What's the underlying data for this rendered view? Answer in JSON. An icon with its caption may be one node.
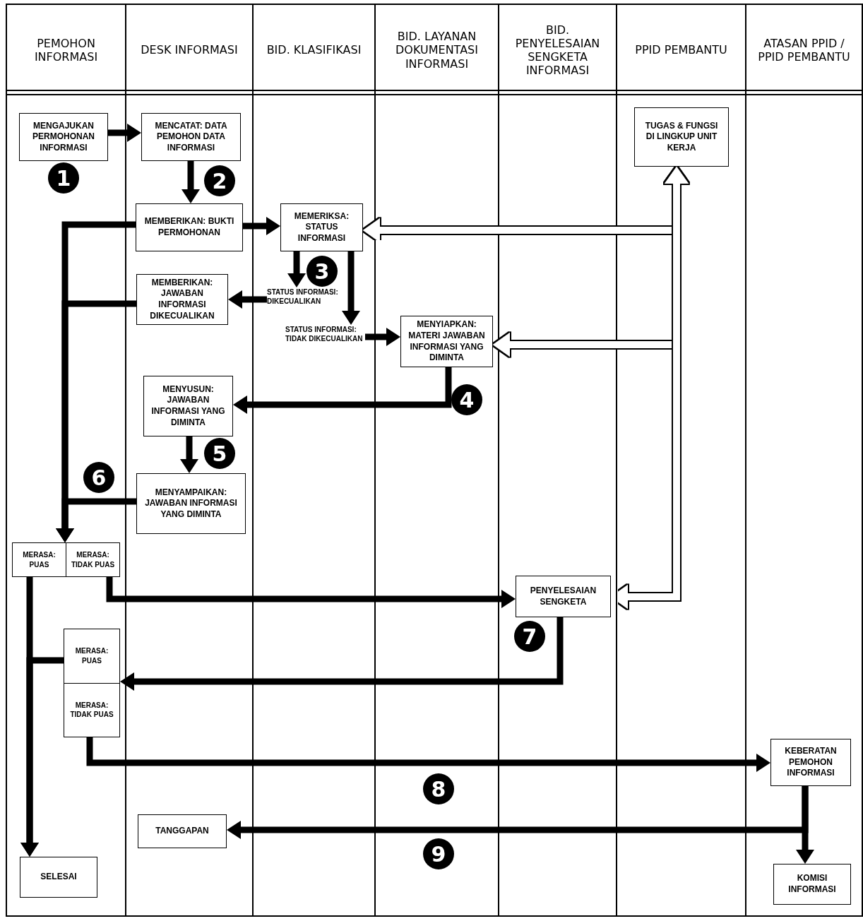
{
  "diagram": {
    "nodes": [
      {
        "text": [
          "PEMOHON INFORMASI"
        ]
      },
      {
        "text": [
          "DESK INFORMASI"
        ]
      },
      {
        "text": [
          "BID. KLASIFIKASI"
        ]
      },
      {
        "text": [
          "BID. LAYANAN DOKUMENTASI INFORMASI"
        ]
      },
      {
        "text": [
          "BID. PENYELESAIAN SENGKETA INFORMASI"
        ]
      },
      {
        "text": [
          "PPID PEMBANTU"
        ]
      },
      {
        "text": [
          "ATASAN PPID / PPID PEMBANTU"
        ]
      },
      {
        "text": [
          "MENGAJUKAN PERMOHONAN INFORMASI"
        ],
        "in": 0,
        "beside": [
          "1"
        ]
      },
      {
        "text": [
          "MENCATAT: DATA PEMOHON DATA INFORMASI"
        ],
        "in": 1
      },
      {
        "text": [
          "TUGAS & FUNGSI DI LINGKUP UNIT KERJA"
        ],
        "in": 5
      },
      {
        "text": [
          "MEMBERIKAN: BUKTI PERMOHONAN"
        ],
        "in": 1
      },
      {
        "text": [
          "MEMERIKSA: STATUS INFORMASI"
        ],
        "in": 2
      },
      {
        "text": [
          "STATUS INFORMASI: DIKECUALIKAN"
        ],
        "in": 2
      },
      {
        "text": [
          "MEMBERIKAN: JAWABAN INFORMASI DIKECUALIKAN"
        ],
        "in": 1
      },
      {
        "text": [
          "STATUS INFORMASI: TIDAK DIKECUALIKAN"
        ],
        "in": 2
      },
      {
        "text": [
          "MENYIAPKAN: MATERI JAWABAN INFORMASI YANG DIMINTA"
        ],
        "in": 3
      },
      {
        "text": [
          "MENYUSUN: JAWABAN INFORMASI YANG DIMINTA"
        ],
        "in": 1
      },
      {
        "text": [
          "MENYAMPAIKAN: JAWABAN INFORMASI YANG DIMINTA"
        ],
        "in": 1
      },
      {
        "text": [
          "MERASA: PUAS",
          "MERASA: TIDAK PUAS"
        ],
        "in": 0
      },
      {
        "text": [
          "PENYELESAIAN SENGKETA"
        ],
        "in": 4,
        "beside": [
          "7"
        ]
      },
      {
        "text": [
          "MERASA: PUAS",
          "MERASA: TIDAK PUAS"
        ],
        "in": 0
      },
      {
        "text": [
          "KEBERATAN PEMOHON INFORMASI"
        ],
        "in": 6
      },
      {
        "text": [
          "TANGGAPAN"
        ],
        "in": 1
      },
      {
        "text": [
          "SELESAI"
        ],
        "in": 0
      },
      {
        "text": [
          "KOMISI INFORMASI"
        ],
        "in": 6
      }
    ],
    "edges": [
      {
        "from": 7,
        "to": 8,
        "arrow": "to"
      },
      {
        "from": 8,
        "to": 9,
        "arrow": "both",
        "color": "#ffffff"
      },
      {
        "from": 8,
        "to": 10,
        "arrow": "to"
      },
      {
        "from": 10,
        "to": 11,
        "arrow": "to"
      },
      {
        "from": 9,
        "to": 11,
        "arrow": "both",
        "color": "#ffffff"
      },
      {
        "from": 11,
        "to": 12,
        "arrow": "to"
      },
      {
        "from": 12,
        "to": 13,
        "arrow": "to"
      },
      {
        "from": 11,
        "to": 14,
        "arrow": "to"
      },
      {
        "from": 14,
        "to": 15,
        "arrow": "to"
      },
      {
        "from": 9,
        "to": 15,
        "arrow": "both",
        "color": "#ffffff"
      },
      {
        "from": 15,
        "to": 16,
        "arrow": "to"
      },
      {
        "from": 16,
        "to": 17,
        "arrow": "to"
      },
      {
        "from": 10,
        "to": 18,
        "arrow": "to"
      },
      {
        "from": 13,
        "to": 18,
        "arrow": "to"
      },
      {
        "from": 17,
        "to": 18,
        "arrow": "to"
      },
      {
        "from": 18,
        "to": 19,
        "arrow": "to"
      },
      {
        "from": 9,
        "to": 19,
        "arrow": "both",
        "color": "#ffffff"
      },
      {
        "from": 18,
        "to": 23,
        "arrow": "to"
      },
      {
        "from": 20,
        "to": 23,
        "arrow": "to"
      },
      {
        "from": 19,
        "to": 20,
        "arrow": "to"
      },
      {
        "from": 20,
        "to": 21,
        "arrow": "to"
      },
      {
        "from": 21,
        "to": 24,
        "arrow": "to"
      },
      {
        "from": 21,
        "to": 22,
        "arrow": "to"
      }
    ],
    "labels": [
      "2",
      "3",
      "4",
      "5",
      "6",
      "8",
      "9"
    ]
  }
}
